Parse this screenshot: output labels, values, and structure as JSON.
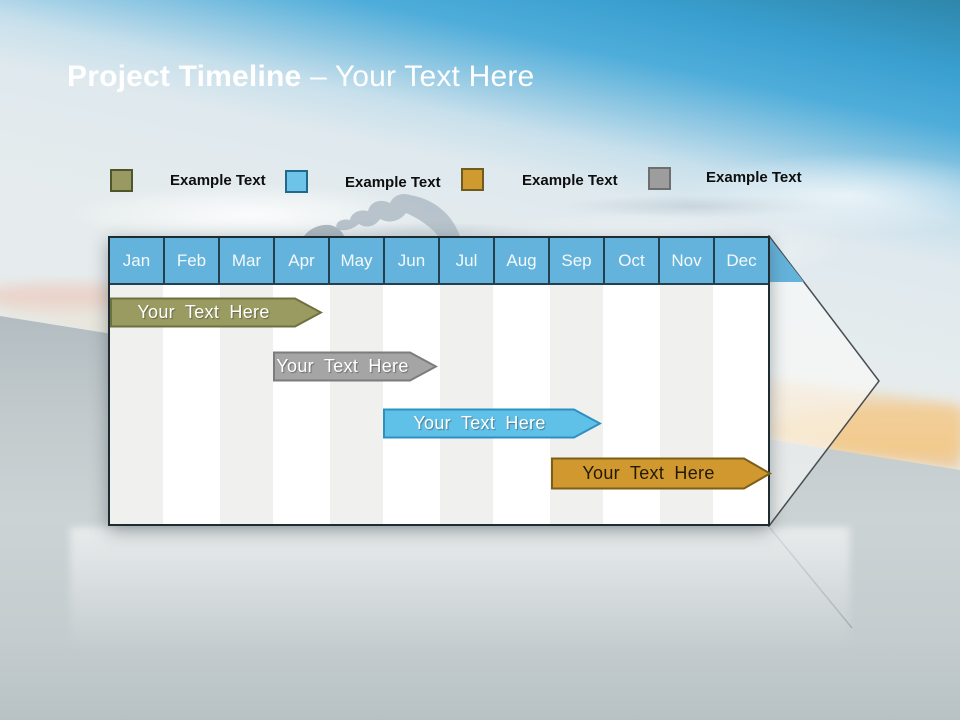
{
  "slide": {
    "title_bold": "Project Timeline",
    "title_rest": "– Your Text Here"
  },
  "legend": [
    {
      "label": "Example Text",
      "color": "#999a61"
    },
    {
      "label": "Example Text",
      "color": "#6ec4e8"
    },
    {
      "label": "Example Text",
      "color": "#cf9a30"
    },
    {
      "label": "Example Text",
      "color": "#9d9d9d"
    }
  ],
  "timeline": {
    "months": [
      "Jan",
      "Feb",
      "Mar",
      "Apr",
      "May",
      "Jun",
      "Jul",
      "Aug",
      "Sep",
      "Oct",
      "Nov",
      "Dec"
    ],
    "header_color": "#64b3dc",
    "bars": [
      {
        "label": "Your Text Here",
        "color": "#9a9b61",
        "text_color": "#ffffff",
        "start_month": "Jan",
        "end_month": "Mar"
      },
      {
        "label": "Your Text Here",
        "color": "#a5a5a5",
        "text_color": "#ffffff",
        "start_month": "Apr",
        "end_month": "Jun"
      },
      {
        "label": "Your Text Here",
        "color": "#5fc0e8",
        "text_color": "#ffffff",
        "start_month": "Jun",
        "end_month": "Sep"
      },
      {
        "label": "Your Text Here",
        "color": "#d0982f",
        "text_color": "#231a02",
        "start_month": "Sep",
        "end_month": "Dec"
      }
    ]
  }
}
